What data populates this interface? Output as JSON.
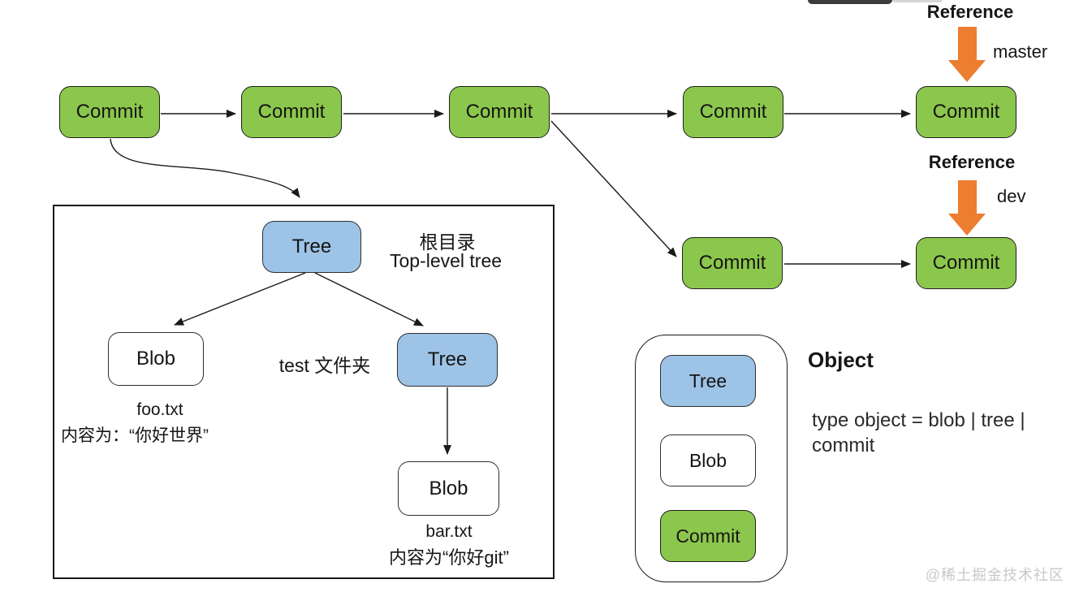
{
  "nodes": {
    "commit": "Commit",
    "tree": "Tree",
    "blob": "Blob"
  },
  "references": {
    "master": {
      "title": "Reference",
      "branch": "master"
    },
    "dev": {
      "title": "Reference",
      "branch": "dev"
    }
  },
  "file_tree_box": {
    "root_dir_zh": "根目录",
    "root_dir_en": "Top-level tree",
    "test_folder": "test 文件夹",
    "foo_filename": "foo.txt",
    "foo_content": "内容为：“你好世界”",
    "bar_filename": "bar.txt",
    "bar_content": "内容为“你好git”"
  },
  "legend": {
    "title": "Object",
    "type_definition": "type object = blob | tree | commit",
    "items": [
      {
        "label": "Tree",
        "type": "tree"
      },
      {
        "label": "Blob",
        "type": "blob"
      },
      {
        "label": "Commit",
        "type": "commit"
      }
    ]
  },
  "watermark": "@稀土掘金技术社区",
  "colors": {
    "commit_green": "#8cc74d",
    "tree_blue": "#9dc3e6",
    "reference_orange": "#ed7d31"
  }
}
